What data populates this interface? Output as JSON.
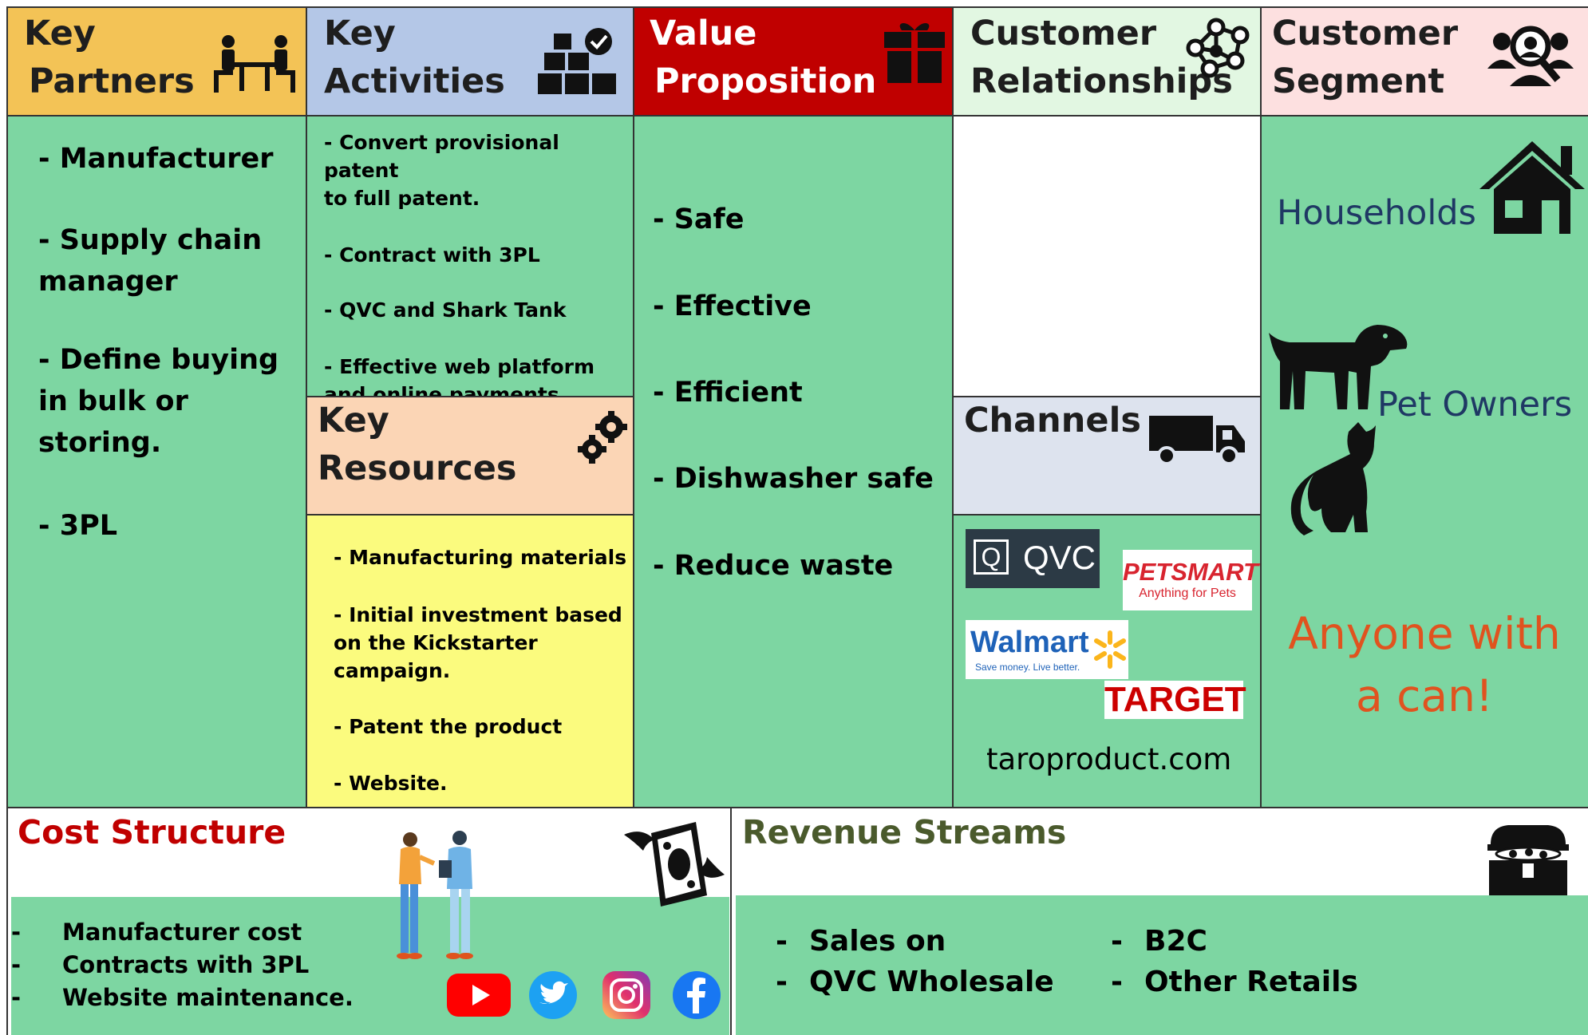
{
  "key_partners": {
    "title_1": "Key",
    "title_2": "Partners",
    "items": [
      "- Manufacturer",
      "- Supply chain",
      "manager",
      "- Define buying",
      "in bulk or",
      "storing.",
      "- 3PL"
    ]
  },
  "key_activities": {
    "title_1": "Key",
    "title_2": "Activities",
    "items": [
      "- Convert provisional patent",
      "to full patent.",
      "- Contract with 3PL",
      "- QVC and Shark Tank",
      "- Effective web platform",
      "and online payments."
    ]
  },
  "value_proposition": {
    "title_1": "Value",
    "title_2": "Proposition",
    "items": [
      "- Safe",
      "- Effective",
      "- Efficient",
      "- Dishwasher safe",
      "- Reduce waste"
    ]
  },
  "customer_relationships": {
    "title_1": "Customer",
    "title_2": "Relationships"
  },
  "customer_segment": {
    "title_1": "Customer",
    "title_2": "Segment",
    "households": "Households",
    "pet_owners": "Pet Owners",
    "anyone_1": "Anyone with",
    "anyone_2": "a can!"
  },
  "key_resources": {
    "title_1": "Key",
    "title_2": "Resources",
    "items": [
      "- Manufacturing materials",
      "- Initial investment based",
      "on the Kickstarter",
      "campaign.",
      "- Patent the product",
      "- Website."
    ]
  },
  "channels": {
    "title": "Channels",
    "qvc_mark": "Q",
    "qvc_word": "QVC",
    "petsmart_1": "PETSMART",
    "petsmart_2": "Anything for Pets",
    "walmart_1": "Walmart",
    "walmart_2": "Save money. Live better.",
    "target": "TARGET",
    "website": "taroproduct.com"
  },
  "cost_structure": {
    "title": "Cost Structure",
    "items": [
      "Manufacturer cost",
      "Contracts with 3PL",
      "Website maintenance."
    ],
    "bullet": "-"
  },
  "revenue_streams": {
    "title": "Revenue Streams",
    "col1": [
      "Sales on",
      "QVC Wholesale"
    ],
    "col2": [
      "B2C",
      "Other Retails"
    ],
    "bullet": "-"
  },
  "colors": {
    "partners_header": "#f3c356",
    "activities_header": "#b4c7e7",
    "value_header": "#c00000",
    "relationships_header": "#e2f7e2",
    "segment_header": "#fde0e0",
    "resources_header": "#fbd5b5",
    "resources_body": "#fbfb7e",
    "channels_header": "#dde3ee",
    "body_green": "#7dd6a2",
    "cost_title": "#c00000",
    "revenue_title": "#4a5a2c",
    "segment_text": "#1f3864",
    "anyone_text": "#e0531f"
  },
  "icons": [
    "meeting-icon",
    "boxes-check-icon",
    "gift-icon",
    "network-icon",
    "user-search-icon",
    "gears-icon",
    "truck-icon",
    "house-icon",
    "dog-icon",
    "cat-icon",
    "people-icon",
    "flying-money-icon",
    "treasure-chest-icon",
    "youtube-icon",
    "twitter-icon",
    "instagram-icon",
    "facebook-icon"
  ]
}
